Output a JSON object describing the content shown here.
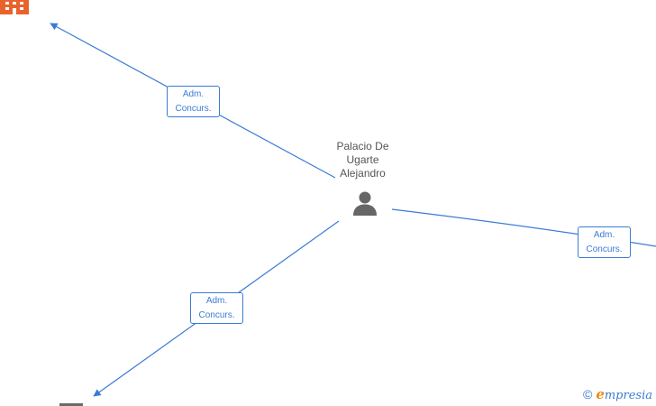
{
  "colors": {
    "edge": "#3a7bd5",
    "company": "#e8632b",
    "person": "#666666",
    "brand_accent": "#e88a12"
  },
  "center_node": {
    "name_lines": [
      "Palacio De",
      "Ugarte",
      "Alejandro"
    ],
    "icon": "person-icon"
  },
  "edges": [
    {
      "label_lines": [
        "Adm.",
        "Concurs."
      ],
      "target": "company-top-left"
    },
    {
      "label_lines": [
        "Adm.",
        "Concurs."
      ],
      "target": "company-right"
    },
    {
      "label_lines": [
        "Adm.",
        "Concurs."
      ],
      "target": "company-bottom-left"
    }
  ],
  "footer": {
    "copyright_symbol": "©",
    "brand_initial": "e",
    "brand_rest": "mpresia"
  }
}
